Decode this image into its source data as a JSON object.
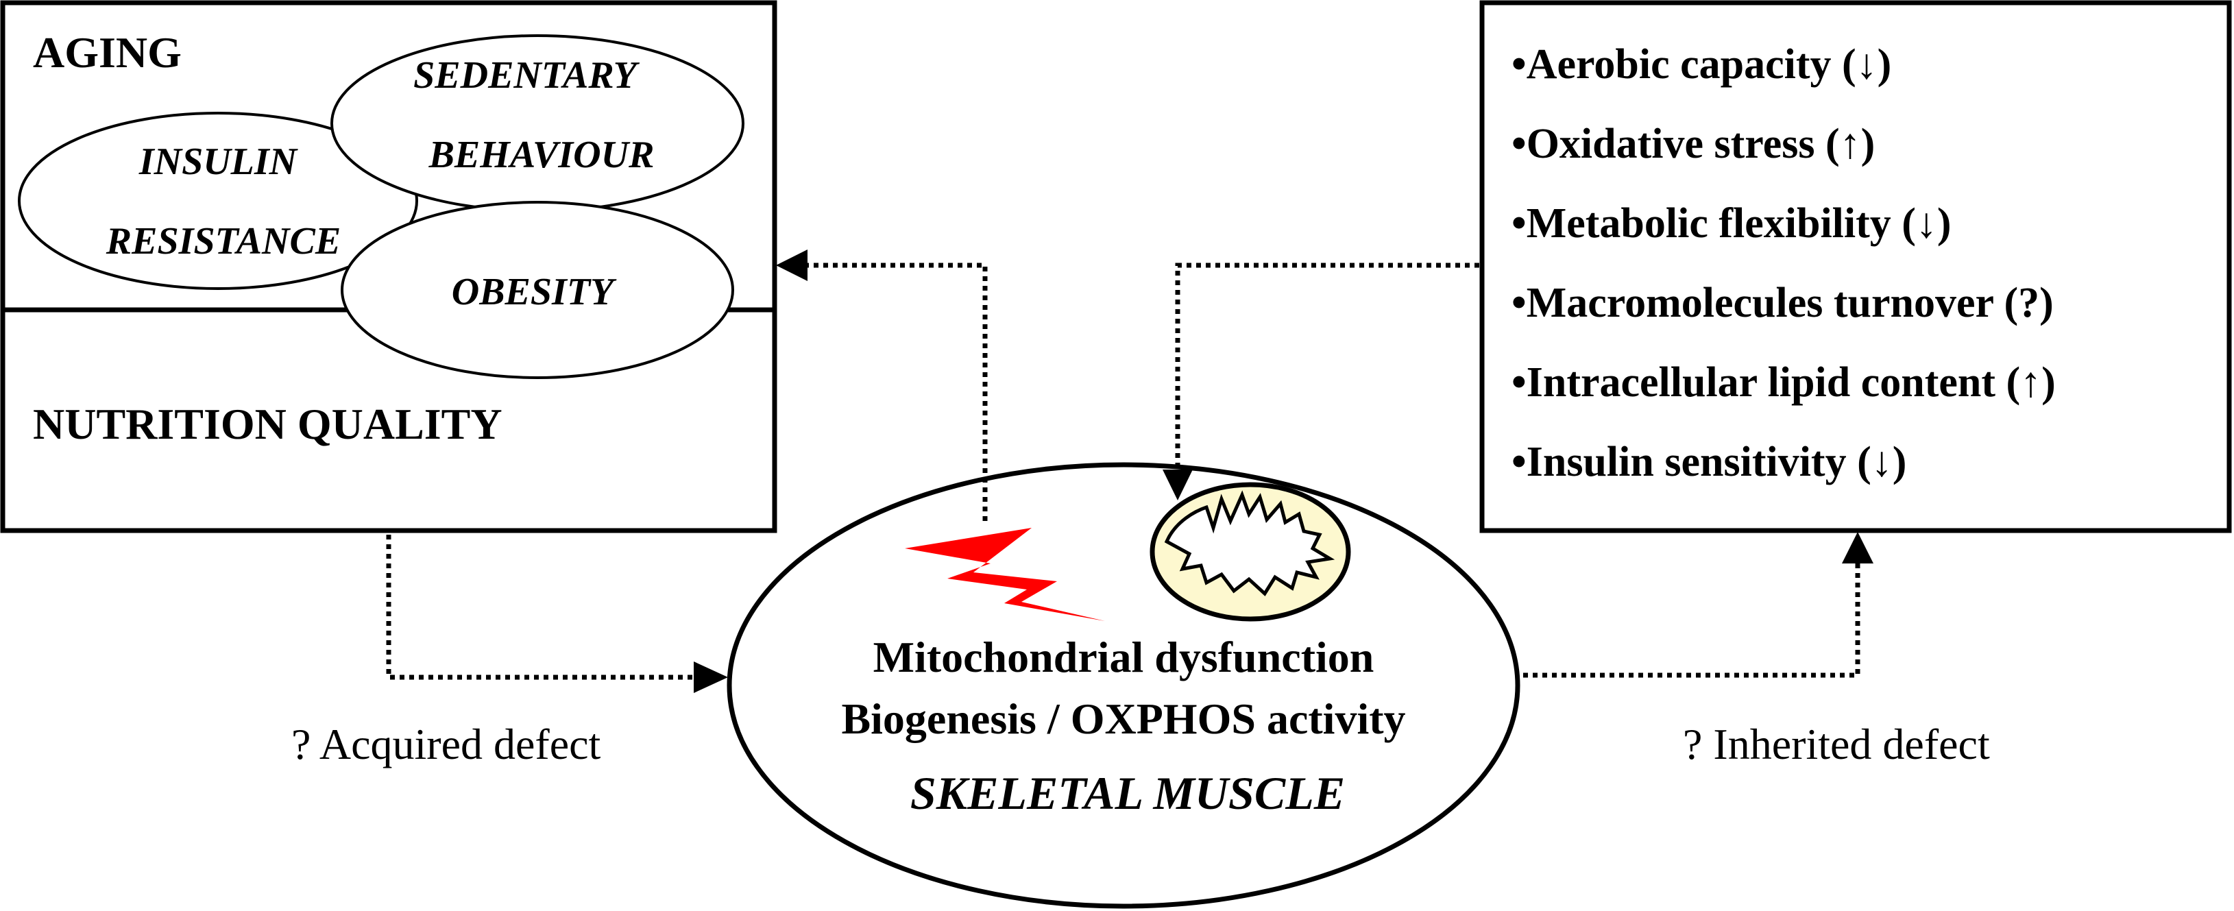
{
  "left_box": {
    "top_label": "AGING",
    "bottom_label": "NUTRITION QUALITY",
    "ovals": {
      "sedentary": [
        "SEDENTARY",
        "BEHAVIOUR"
      ],
      "insulin": [
        "INSULIN",
        "RESISTANCE"
      ],
      "obesity": "OBESITY"
    }
  },
  "right_box": {
    "items": [
      "•Aerobic capacity (↓)",
      "•Oxidative stress (↑)",
      "•Metabolic flexibility (↓)",
      "•Macromolecules turnover (?)",
      "•Intracellular lipid content (↑)",
      "•Insulin sensitivity (↓)"
    ]
  },
  "center": {
    "line1": "Mitochondrial dysfunction",
    "line2": "Biogenesis / OXPHOS activity",
    "line3": "SKELETAL MUSCLE"
  },
  "labels": {
    "acquired": "? Acquired defect",
    "inherited": "? Inherited defect"
  },
  "colors": {
    "lightning": "#ff0000",
    "mitochondrion_fill": "#fdf8cf",
    "line": "#000000"
  },
  "icons": [
    "lightning-bolt-icon",
    "mitochondrion-icon"
  ]
}
